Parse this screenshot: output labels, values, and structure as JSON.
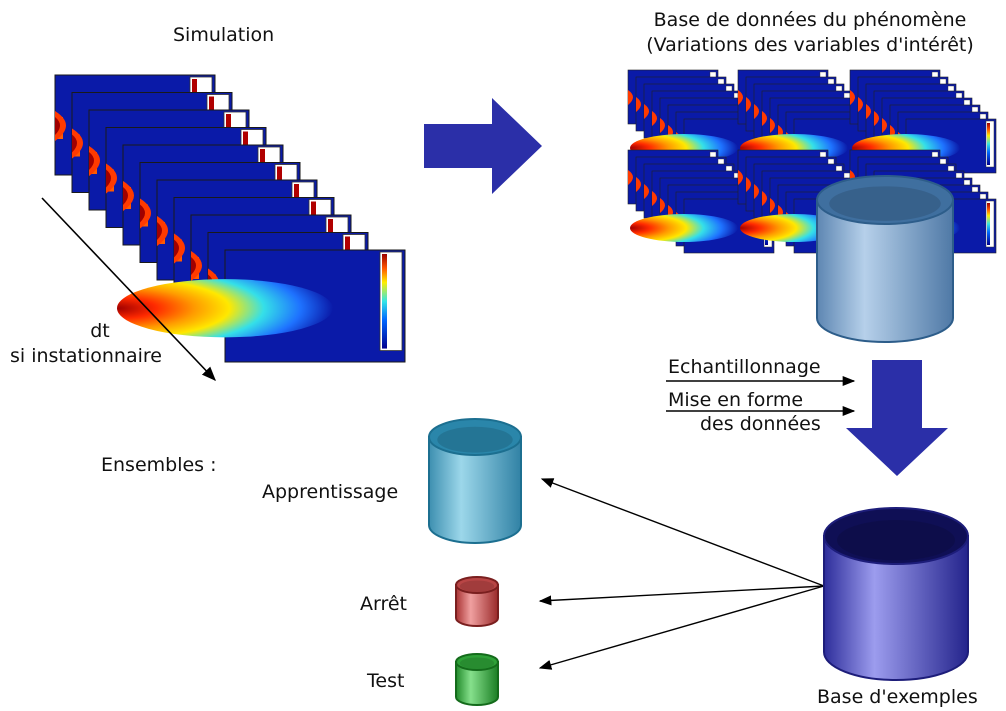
{
  "labels": {
    "simulation": "Simulation",
    "database_line1": "Base de données du phénomène",
    "database_line2": "(Variations des variables d'intérêt)",
    "dt": "dt",
    "instationnaire": "si instationnaire",
    "echantillonnage": "Echantillonnage",
    "mise_en_forme_line1": "Mise en forme",
    "mise_en_forme_line2": "des données",
    "ensembles": "Ensembles :",
    "apprentissage": "Apprentissage",
    "arret": "Arrêt",
    "test": "Test",
    "base_exemples": "Base d'exemples"
  },
  "colors": {
    "field_background": "#0a1aa8",
    "arrow_fill": "#2b2fa8",
    "cylinder_gray_blue": "#8fb4d8",
    "cylinder_cyan": "#5fb3cf",
    "cylinder_red": "#d45a5a",
    "cylinder_green": "#3fb84a",
    "cylinder_violet": "#4a4ac8"
  }
}
